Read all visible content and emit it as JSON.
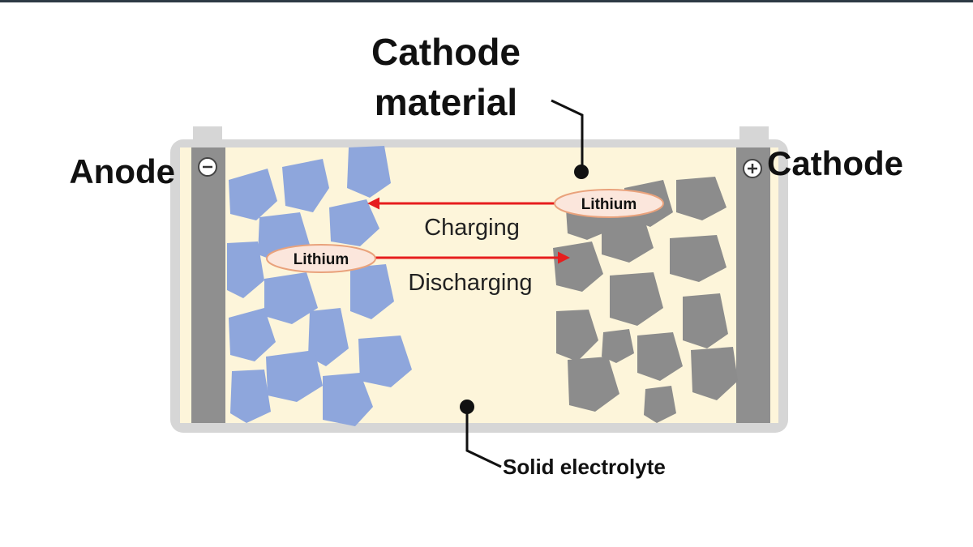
{
  "labels": {
    "cathode_material_line1": "Cathode",
    "cathode_material_line2": "material",
    "anode": "Anode",
    "cathode": "Cathode",
    "charging": "Charging",
    "discharging": "Discharging",
    "solid_electrolyte": "Solid electrolyte",
    "lithium_top": "Lithium",
    "lithium_bottom": "Lithium"
  },
  "icons": {
    "anode_terminal": "minus-icon",
    "cathode_terminal": "plus-icon"
  },
  "colors": {
    "electrolyte": "#fdf5da",
    "casing": "#d6d6d6",
    "collector": "#8f8f8f",
    "anode_particle": "#8ea6dc",
    "cathode_particle": "#8c8c8c",
    "arrow": "#e61e1e",
    "lithium_fill": "#fbe6dc",
    "lithium_stroke": "#e9a27c"
  }
}
